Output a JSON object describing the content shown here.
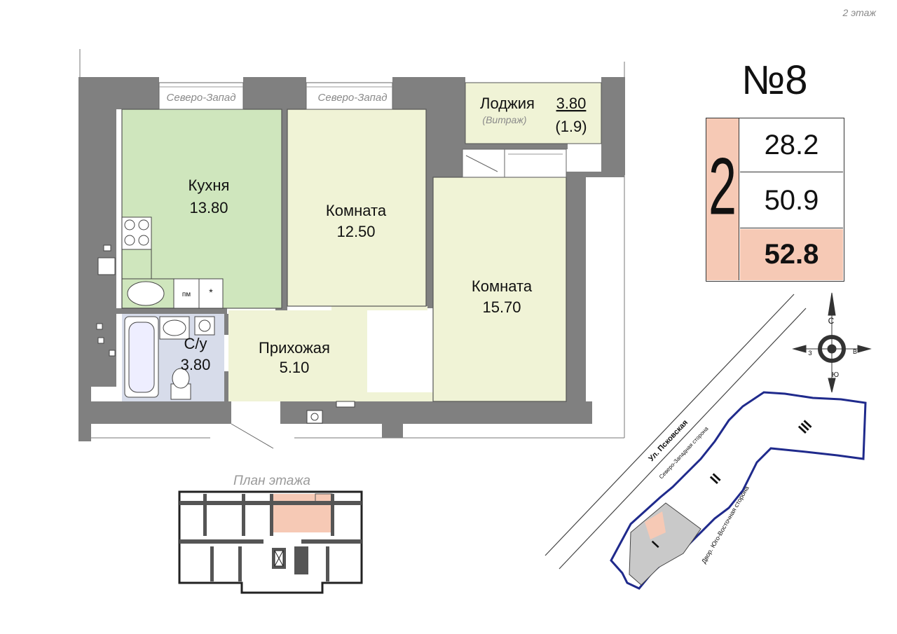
{
  "floor_label": "2 этаж",
  "apartment": {
    "number": "№8",
    "rooms_count": "2"
  },
  "areas": {
    "living": "28.2",
    "total": "50.9",
    "total_with_loggia": "52.8"
  },
  "windows": {
    "left": "Северо-Запад",
    "right": "Северо-Запад"
  },
  "rooms": {
    "kitchen": {
      "name": "Кухня",
      "area": "13.80"
    },
    "room1": {
      "name": "Комната",
      "area": "12.50"
    },
    "room2": {
      "name": "Комната",
      "area": "15.70"
    },
    "hall": {
      "name": "Прихожая",
      "area": "5.10"
    },
    "bath": {
      "name": "С/у",
      "area": "3.80"
    },
    "loggia": {
      "name": "Лоджия",
      "area": "3.80",
      "note": "(Витраж)",
      "reduced_area": "(1.9)"
    }
  },
  "fixtures": {
    "dishwasher": "пм",
    "fridge": "*"
  },
  "floor_plan_caption": "План этажа",
  "compass": {
    "north": "С",
    "south": "Ю",
    "west": "З",
    "east": "В"
  },
  "site": {
    "street": "Ул. Псковская",
    "nw_side": "Северо-Западная сторона",
    "se_side": "Двор. Юго-Восточная сторона",
    "sections": [
      "I",
      "II",
      "III"
    ]
  },
  "colors": {
    "wall": "#808080",
    "kitchen": "#cfe6bd",
    "living": "#f0f3d6",
    "bath": "#d7dcea",
    "highlight": "#f6c9b5",
    "building_outline": "#1f2a8c"
  }
}
